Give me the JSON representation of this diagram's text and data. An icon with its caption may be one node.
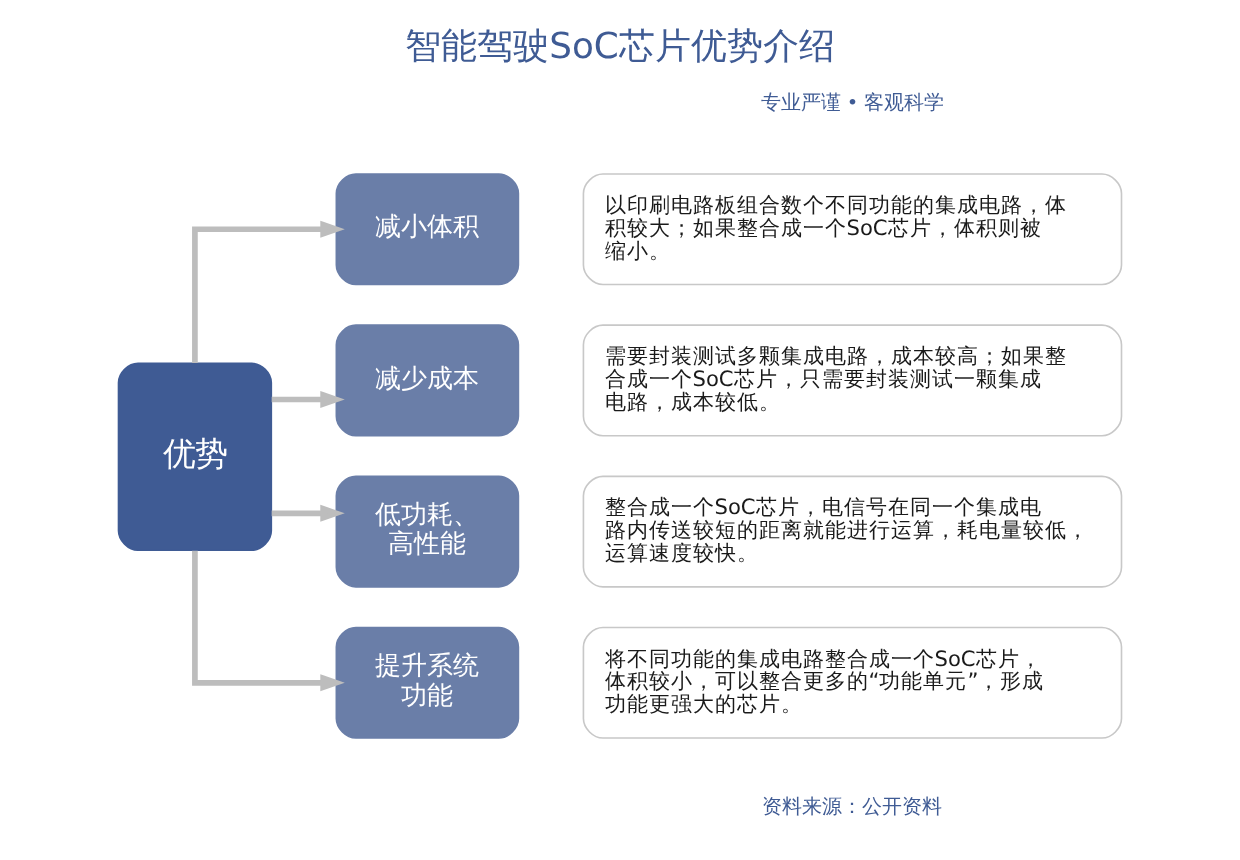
{
  "diagram": {
    "title": "智能驾驶SoC芯片优势介绍",
    "nodes": [
      {
        "text": [
          "优势"
        ]
      },
      {
        "text": [
          "减小体积"
        ]
      },
      {
        "text": [
          "以印刷电路板组合数个不同功能的集成电路，体积较大；如果整合成一个SoC芯片，体积则被缩小。"
        ]
      },
      {
        "text": [
          "减少成本"
        ]
      },
      {
        "text": [
          "需要封装测试多颗集成电路，成本较高；如果整合成一个SoC芯片，只需要封装测试一颗集成电路，成本较低。"
        ]
      },
      {
        "text": [
          "低功耗、高性能"
        ]
      },
      {
        "text": [
          "整合成一个SoC芯片，电信号在同一个集成电路内传送较短的距离就能进行运算，耗电量较低，运算速度较快。"
        ]
      },
      {
        "text": [
          "提升系统功能"
        ]
      },
      {
        "text": [
          "将不同功能的集成电路整合成一个SoC芯片，体积较小，可以整合更多的“功能单元”，形成功能更强大的芯片。"
        ]
      }
    ],
    "edges": [
      {
        "from": 0,
        "to": 1,
        "arrow": "to"
      },
      {
        "from": 0,
        "to": 3,
        "arrow": "to"
      },
      {
        "from": 0,
        "to": 5,
        "arrow": "to"
      },
      {
        "from": 0,
        "to": 7,
        "arrow": "to"
      }
    ],
    "labels": [
      "专业严谨 • 客观科学",
      "资料来源：公开资料"
    ]
  }
}
